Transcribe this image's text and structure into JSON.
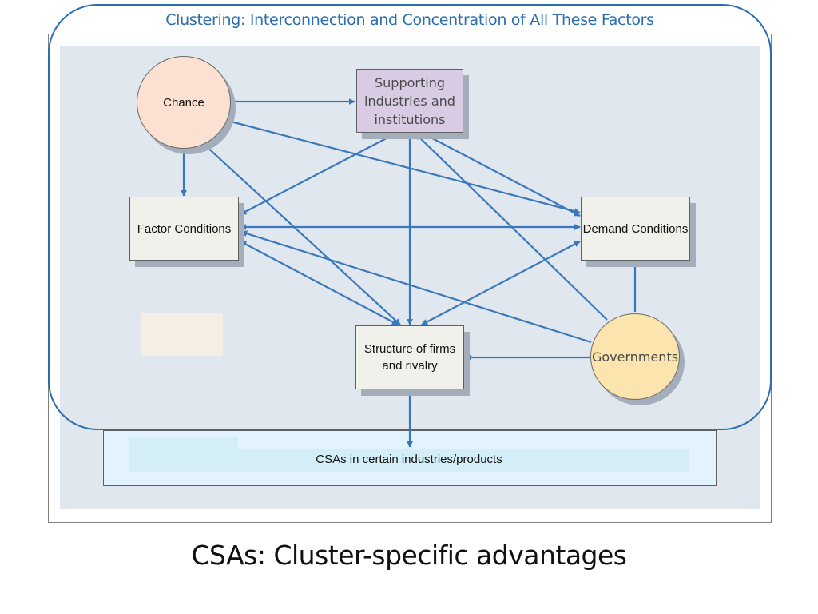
{
  "diagram": {
    "cluster_title": "Clustering: Interconnection and Concentration of All These Factors",
    "nodes": {
      "chance": "Chance",
      "supporting": "Supporting industries and institutions",
      "factor": "Factor Conditions",
      "demand": "Demand Conditions",
      "structure": "Structure of firms and rivalry",
      "governments": "Governments"
    },
    "outcome": "CSAs in certain industries/products"
  },
  "caption": "CSAs: Cluster-specific advantages",
  "colors": {
    "accent": "#2a6db0",
    "arrow": "#3a78bd",
    "panel": "#e1e7ef",
    "chance_fill": "#fce0d1",
    "governments_fill": "#fbe4ad",
    "supporting_fill": "#d8cbe3"
  }
}
